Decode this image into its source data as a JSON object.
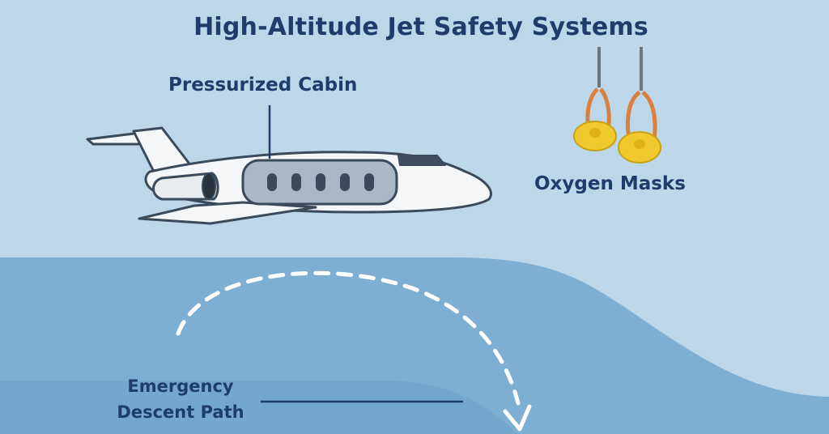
{
  "diagram": {
    "title": "High-Altitude Jet Safety Systems",
    "labels": {
      "cabin": "Pressurized Cabin",
      "oxygen_masks": "Oxygen Masks",
      "descent_line1": "Emergency",
      "descent_line2": "Descent Path"
    },
    "colors": {
      "sky": "#bcd6ea",
      "low_band": "#7eaed1",
      "text": "#1f3d6b",
      "fuselage": "#f4f6f8",
      "cabin_window": "#a9b8c4",
      "mask": "#f1c92e",
      "tube": "#d9803f"
    },
    "icons": [
      "jet-icon",
      "oxygen-mask-icon",
      "descent-arrow-icon"
    ]
  }
}
